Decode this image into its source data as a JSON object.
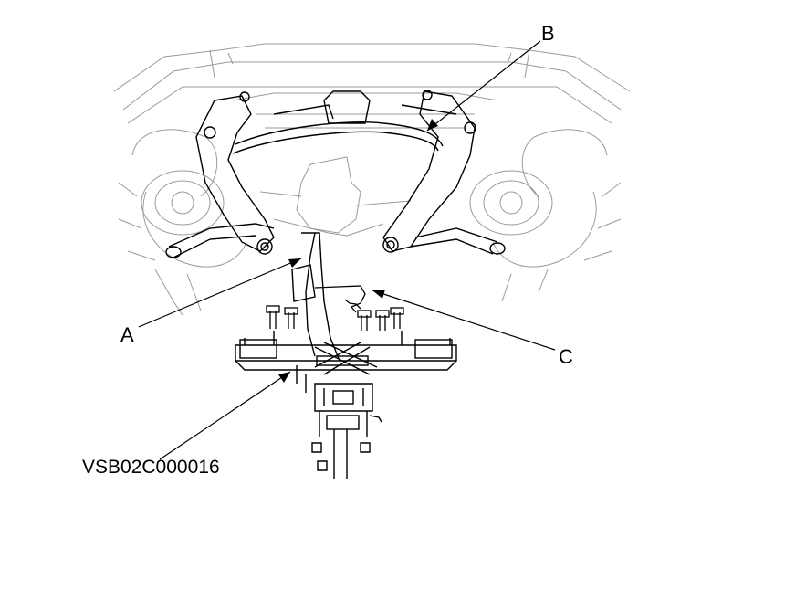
{
  "figure": {
    "callouts": {
      "a": "A",
      "b": "B",
      "c": "C"
    },
    "figure_code": "VSB02C000016"
  },
  "colors": {
    "line": "#000000",
    "light_line": "#9a9a9a",
    "background": "#ffffff"
  }
}
